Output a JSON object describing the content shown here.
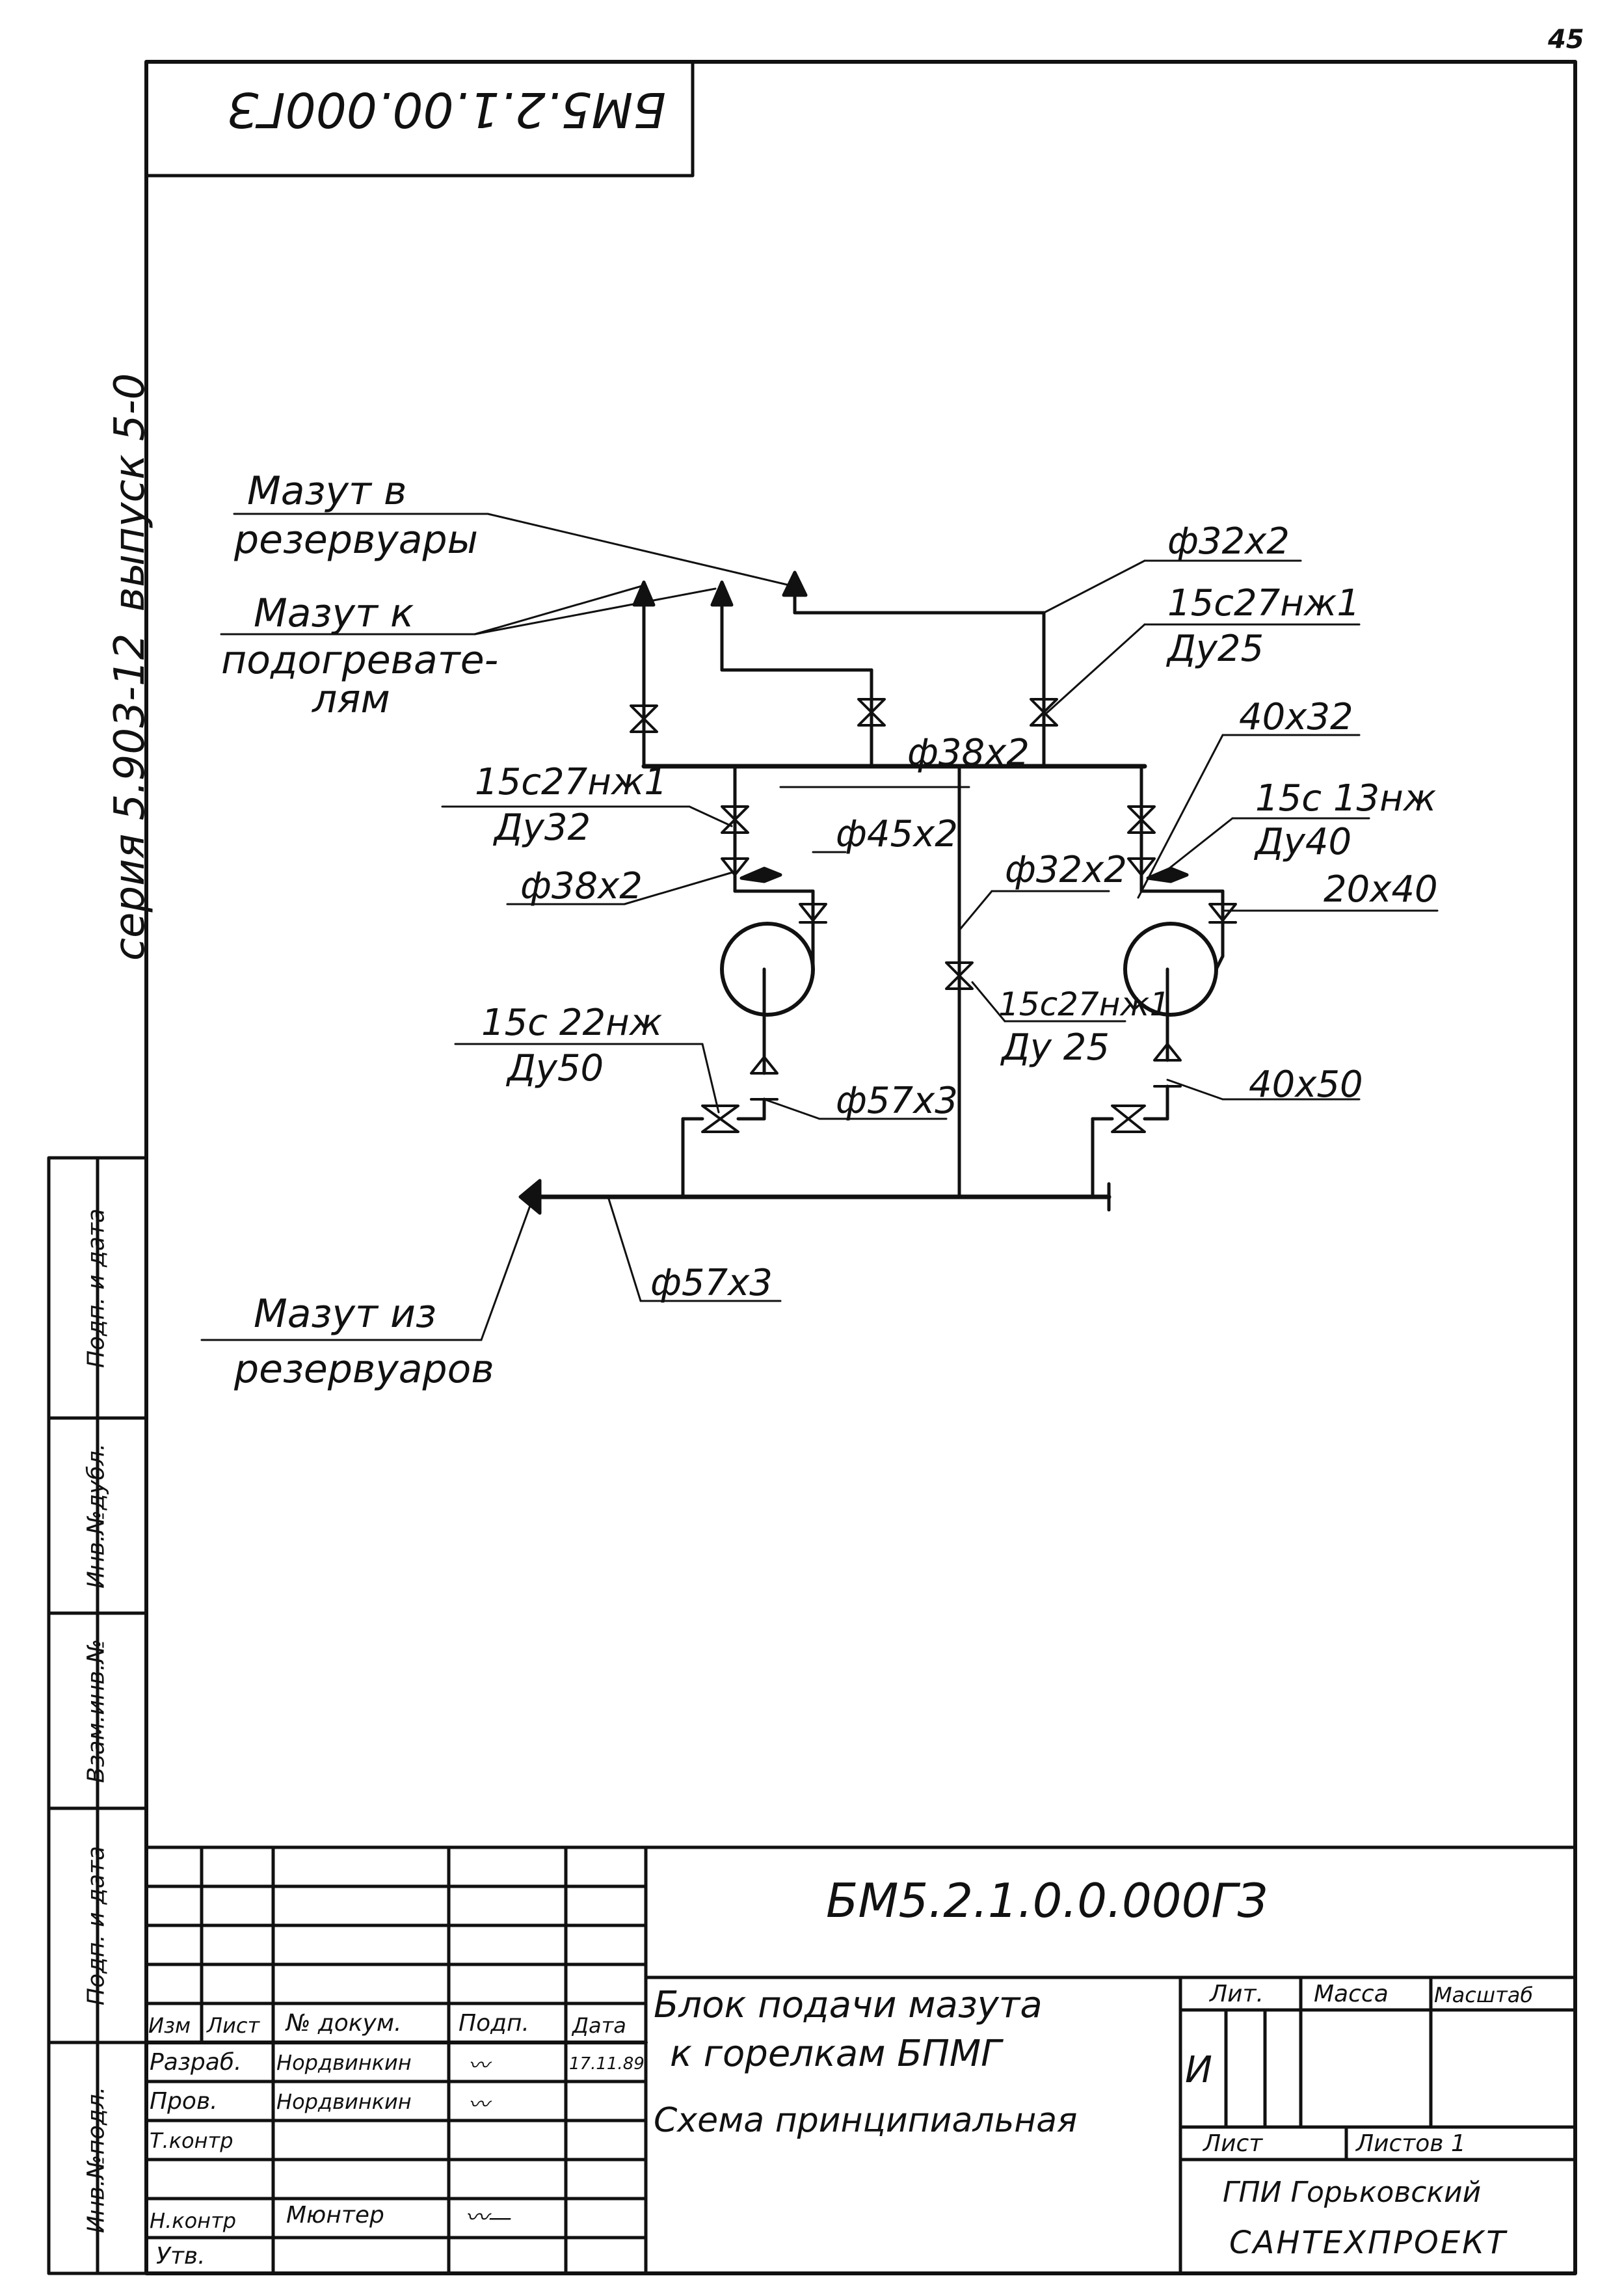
{
  "page_number": "45",
  "doc_code_top": "БМ5.2.1.00.000ГЗ",
  "series": "серия 5.903-12",
  "issue": "выпуск 5-0",
  "labels": {
    "mazut_to_tanks_1": "Мазут в",
    "mazut_to_tanks_2": "резервуары",
    "mazut_to_heaters_1": "Мазут к",
    "mazut_to_heaters_2": "подогревате-",
    "mazut_to_heaters_3": "лям",
    "mazut_from_tanks_1": "Мазут из",
    "mazut_from_tanks_2": "резервуаров",
    "pipe_32x2_top": "ф32х2",
    "valve_15c27_top": "15с27нж1",
    "dn25_top": "Ду25",
    "pipe_38x2_header": "ф38х2",
    "pipe_40x32": "40х32",
    "valve_15c27_left": "15с27нж1",
    "dn32_left": "Ду32",
    "valve_15c13": "15с 13нж",
    "dn40": "Ду40",
    "pipe_45x2": "ф45х2",
    "pipe_38x2_left": "ф38х2",
    "pipe_32x2_mid": "ф32х2",
    "pipe_20x40": "20х40",
    "valve_15c22": "15с 22нж",
    "dn50": "Ду50",
    "valve_15c27_mid": "15с27нж1",
    "dn25_mid": "Ду 25",
    "pipe_57x3_upper": "ф57х3",
    "pipe_40x50": "40х50",
    "pipe_57x3_lower": "ф57х3"
  },
  "side_stamp": {
    "inv_podl": "Инв.№подл.",
    "podp_date_1": "Подп. и дата",
    "vzam_inv": "Взам.инв.№",
    "inv_dubl": "Инв.№дубл.",
    "podp_date_2": "Подп. и дата"
  },
  "title_block": {
    "doc_code": "БМ5.2.1.0.0.000ГЗ",
    "title_line1": "Блок подачи мазута",
    "title_line2": "к горелкам БПМГ",
    "title_line3": "Схема принципиальная",
    "col_izm": "Изм",
    "col_list": "Лист",
    "col_ndok": "№ докум.",
    "col_podp": "Подп.",
    "col_data": "Дата",
    "row_razrab": "Разраб.",
    "row_prov": "Пров.",
    "row_tkontr": "Т.контр",
    "row_nkontr": "Н.контр",
    "row_utv": "Утв.",
    "name_razrab": "Нордвинкин",
    "name_prov": "Нордвинкин",
    "name_nkontr": "Мюнтер",
    "date_razrab": "17.11.89",
    "lit": "Лит.",
    "massa": "Масса",
    "masshtab": "Масштаб",
    "lit_value": "И",
    "sheet": "Лист",
    "sheets": "Листов 1",
    "org_line1": "ГПИ Горьковский",
    "org_line2": "САНТЕХПРОЕКТ"
  }
}
